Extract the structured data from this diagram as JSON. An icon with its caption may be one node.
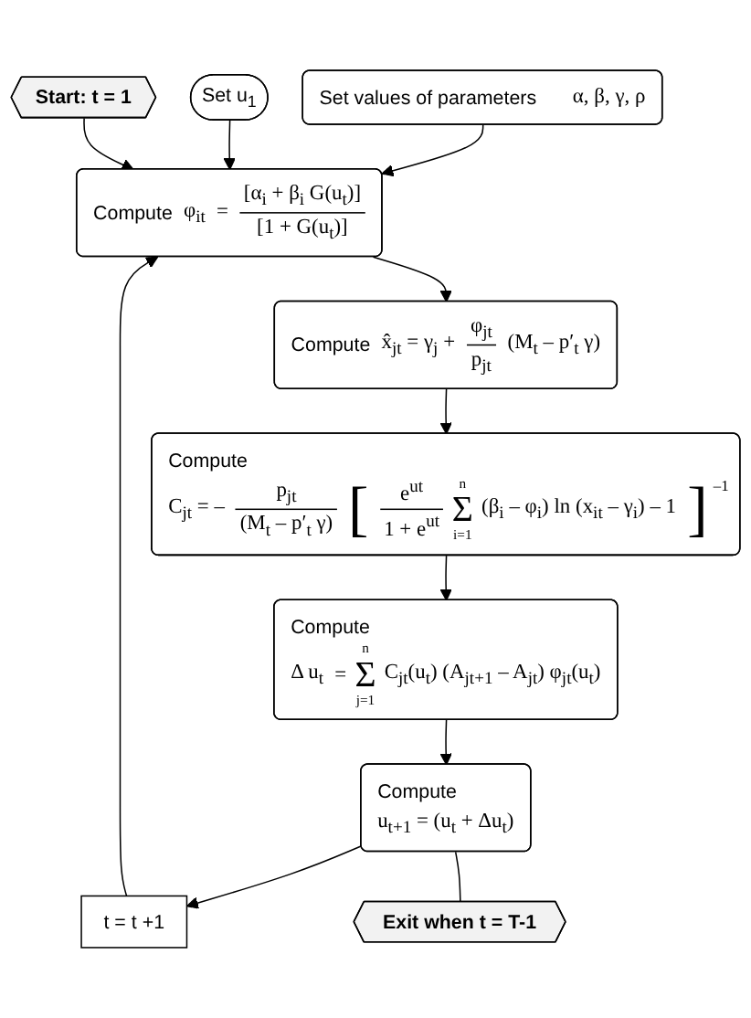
{
  "diagram": {
    "nodes": [
      {
        "text": [
          "Set values of parameters",
          "α, β, γ, ρ"
        ]
      },
      {
        "text": [
          "Set u$_{1}$"
        ]
      },
      {
        "text": [
          "Start: t = 1"
        ]
      },
      {
        "text": [
          "Compute",
          "φ$_{it}$",
          "=",
          "[α$_{i}$ + β$_{i}$ G(u$_{t}$)]",
          "[1 + G(u$_{t}$)]"
        ]
      },
      {
        "text": [
          "t = t +1"
        ]
      },
      {
        "text": [
          "Compute",
          "x̂$_{jt}$ = γ$_{j}$ +",
          "φ$_{jt}$",
          "p$_{jt}$",
          "(M$_{t}$ – p′$_{t}$ γ)"
        ]
      },
      {
        "text": [
          "Compute",
          "C$_{jt}$ = –",
          "p$_{jt}$",
          "(M$_{t}$ – p′$_{t}$ γ)",
          "[",
          "e$^{ut}$",
          "1 + e$^{ut}$",
          "n",
          "Σ",
          "i=1",
          "(β$_{i}$ – φ$_{i}$) ln (x$_{it}$ – γ$_{i}$) – 1",
          "]",
          "–1"
        ]
      },
      {
        "text": [
          "Compute",
          "Δ u$_{t}$",
          "=",
          "n",
          "Σ",
          "j=1",
          "C$_{jt}$(u$_{t}$) (A$_{jt+1}$ – A$_{jt}$) φ$_{jt}$(u$_{t}$)"
        ]
      },
      {
        "text": [
          "Compute",
          "u$_{t+1}$ = (u$_{t}$ + Δu$_{t}$)"
        ]
      },
      {
        "text": [
          "Exit when t = T-1"
        ]
      }
    ],
    "edges": [
      {
        "from": 0,
        "to": 3,
        "arrow": "to"
      },
      {
        "from": 1,
        "to": 3,
        "arrow": "to"
      },
      {
        "from": 2,
        "to": 3,
        "arrow": "to"
      },
      {
        "from": 4,
        "to": 3,
        "arrow": "to"
      },
      {
        "from": 3,
        "to": 5,
        "arrow": "to"
      },
      {
        "from": 5,
        "to": 6,
        "arrow": "to"
      },
      {
        "from": 6,
        "to": 7,
        "arrow": "to"
      },
      {
        "from": 7,
        "to": 8,
        "arrow": "to"
      },
      {
        "from": 8,
        "to": 4,
        "arrow": "to"
      },
      {
        "from": 8,
        "to": 9,
        "arrow": "none"
      }
    ]
  }
}
